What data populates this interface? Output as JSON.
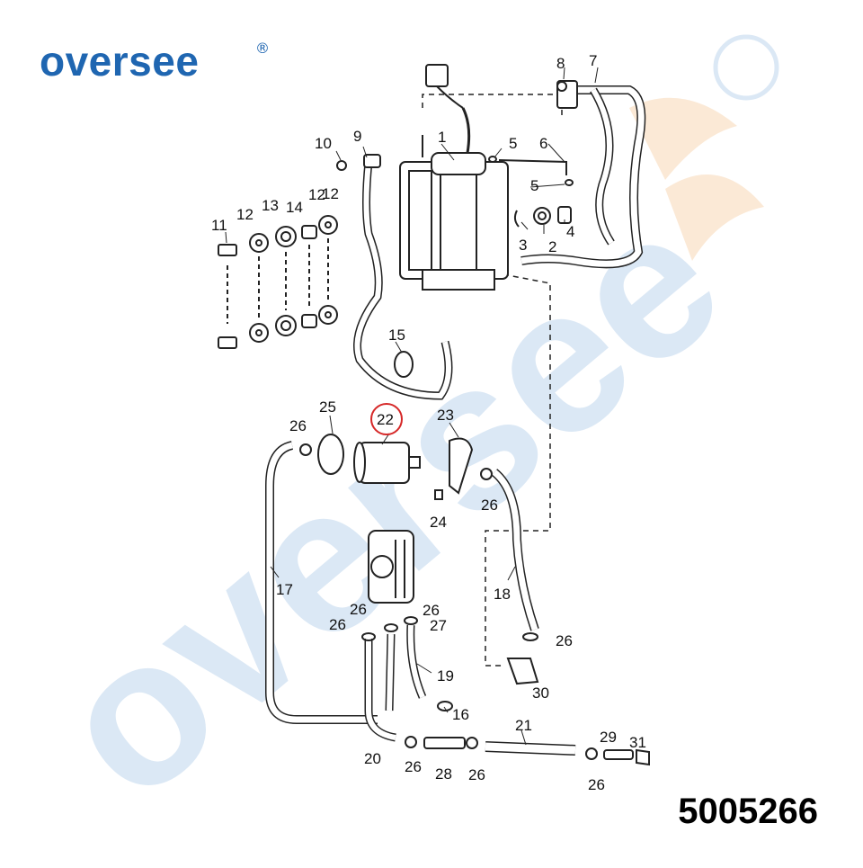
{
  "brand": {
    "name": "oversee",
    "trademark": "®",
    "watermark": "oversee"
  },
  "part_number": "5005266",
  "callouts": [
    "1",
    "2",
    "3",
    "4",
    "5",
    "5",
    "6",
    "7",
    "8",
    "9",
    "10",
    "11",
    "12",
    "12",
    "12",
    "13",
    "14",
    "15",
    "16",
    "17",
    "18",
    "19",
    "20",
    "21",
    "22",
    "23",
    "24",
    "25",
    "26",
    "26",
    "26",
    "26",
    "26",
    "26",
    "26",
    "26",
    "26",
    "27",
    "28",
    "29",
    "30",
    "31"
  ],
  "highlighted_callout": "22",
  "colors": {
    "brand": "#1f66b1",
    "watermark_blue": "#dbe8f5",
    "watermark_orange": "#fbe9d6",
    "highlight": "#d62828",
    "line": "#222222"
  }
}
